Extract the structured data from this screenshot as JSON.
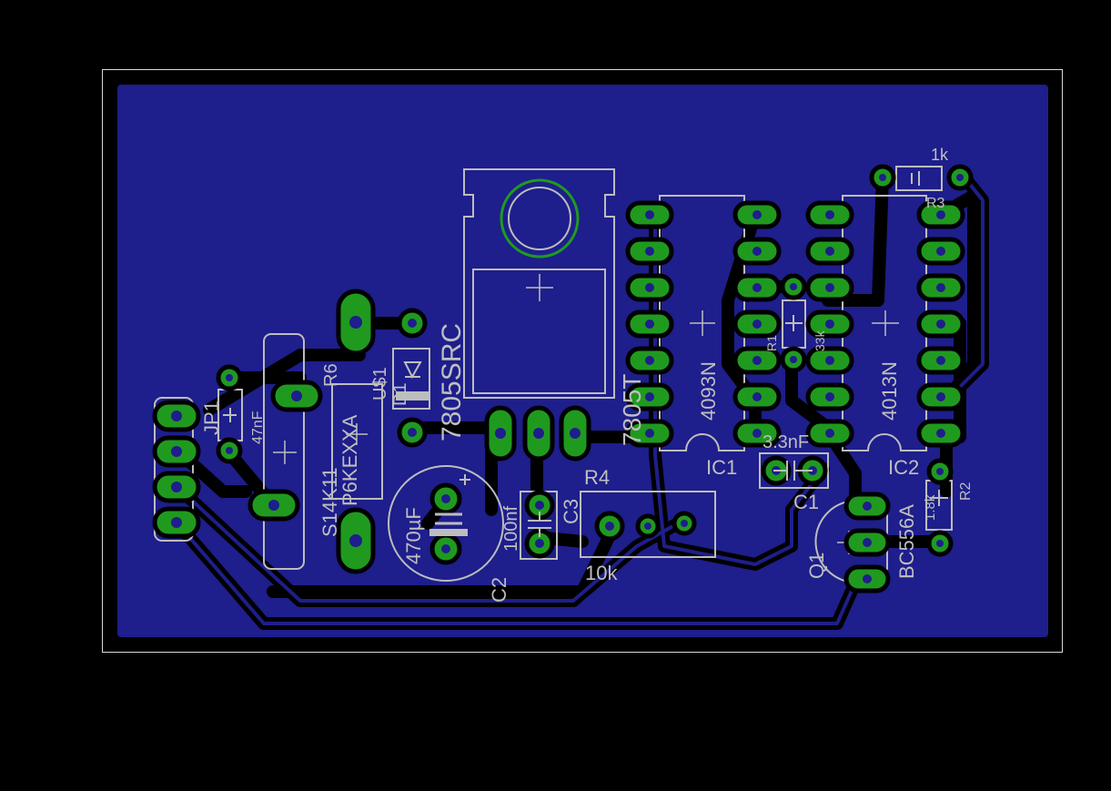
{
  "colors": {
    "background": "#000000",
    "board": "#1e1e8c",
    "copper": "#000000",
    "pad": "#1f9a1f",
    "silkscreen": "#bdbdbd",
    "outline": "#d9d9d9"
  },
  "labels": {
    "r3_value": "1k",
    "r3_name": "R3",
    "r1_name": "R1",
    "r1_value": "33k",
    "ic1_part": "4093N",
    "ic1_name": "IC1",
    "ic2_part": "4013N",
    "ic2_name": "IC2",
    "c1_value": "3.3nF",
    "c1_name": "C1",
    "r2_value": "1.8k",
    "r2_name": "R2",
    "q1_part": "BC556A",
    "q1_name": "Q1",
    "r4_name": "R4",
    "r4_value": "10k",
    "c3_name": "C3",
    "c3_value": "100nf",
    "c2_value": "470µF",
    "c2_name": "C2",
    "reg_part": "7805T",
    "reg_name": "7805SRC",
    "u1_name": "U$1",
    "d1_name": "D1",
    "r6_name": "R6",
    "u2_part": "P6KEXXA",
    "s1_name": "S14K11",
    "jp1_name": "JP1",
    "c4_value": "47nF"
  }
}
